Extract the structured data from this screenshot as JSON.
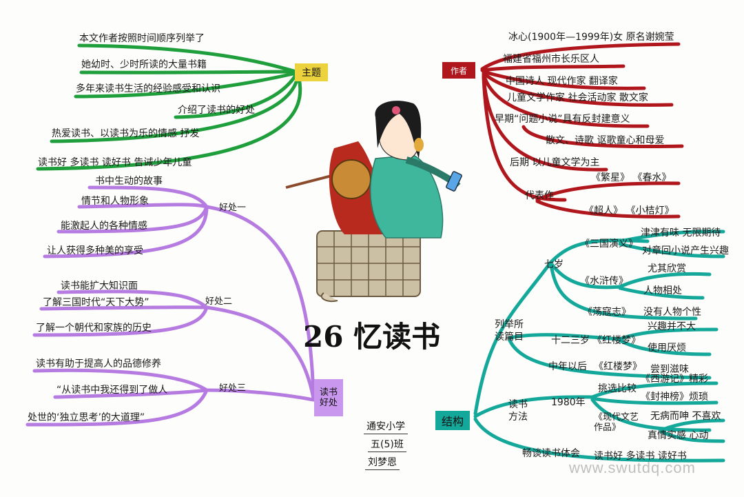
{
  "title": "26 忆读书",
  "theme": {
    "label": "主题",
    "items": [
      "本文作者按照时间顺序列举了",
      "她幼时、少时所读的大量书籍",
      "多年来读书生活的经验感受和认识",
      "介绍了读书的好处",
      "热爱读书、以读书为乐的情感   抒发",
      "读书好   多读书   读好书   告诫少年儿童"
    ]
  },
  "author": {
    "label": "作者",
    "items": [
      "冰心(1900年—1999年)女   原名谢婉莹",
      "福建省福州市长乐区人",
      "中国诗人   现代作家   翻译家",
      "儿童文学作家   社会活动家   散文家",
      "早期“问题小说”具有反封建意义",
      "散文、诗歌  讴歌童心和母爱",
      "后期   以儿童文学为主",
      "代表作",
      "《繁星》  《春水》",
      "《超人》   《小桔灯》"
    ]
  },
  "benefits": {
    "label": "读书好处",
    "one": {
      "label": "好处一",
      "items": [
        "书中生动的故事",
        "情节和人物形象",
        "能激起人的各种情感",
        "让人获得多种美的享受"
      ]
    },
    "two": {
      "label": "好处二",
      "items": [
        "读书能扩大知识面",
        "了解三国时代“天下大势”",
        "了解一个朝代和家族的历史"
      ]
    },
    "three": {
      "label": "好处三",
      "items": [
        "读书有助于提高人的品德修养",
        "“从读书中我还得到了做人",
        "处世的‘独立思考’的大道理”"
      ]
    }
  },
  "structure": {
    "label": "结构",
    "listing": "列举所读篇目",
    "age7": "七岁",
    "sanguo": "《三国演义》",
    "sanguo_notes": [
      "津津有味   无限期待",
      "对章回小说产生兴趣"
    ],
    "shuihu": "《水浒传》",
    "shuihu_notes": [
      "尤其欣赏",
      "人物相处"
    ],
    "dangkou": "《荡寇志》",
    "dangkou_note": "没有人物个性",
    "age12": "十二三岁",
    "honglou": "《红楼梦》",
    "honglou_notes": [
      "兴趣并不大",
      "使用厌烦"
    ],
    "midage": "中年以后",
    "honglou2": "《红楼梦》",
    "honglou2_note": "尝到滋味",
    "method": "读书方法",
    "year": "1980年",
    "compare": "挑选比较",
    "xiyou": "《西游记》精彩",
    "fengshen": "《封神榜》烦琐",
    "modern": "《现代文艺作品》",
    "modern_notes": [
      "无病而呻   不喜欢",
      "真情实感   心动"
    ],
    "impression": "畅谈读书体会",
    "impression_note": "读书好   多读书   读好书"
  },
  "signature": {
    "school": "通安小学",
    "class": "五(5)班",
    "name": "刘梦恩"
  },
  "watermark": "www.swutdq.com",
  "colors": {
    "green": "#1f9e3c",
    "red": "#b0171d",
    "purple": "#b57be0",
    "teal": "#14a89a",
    "label_yellow": "#ecd33d",
    "label_purple": "#c998ee"
  }
}
